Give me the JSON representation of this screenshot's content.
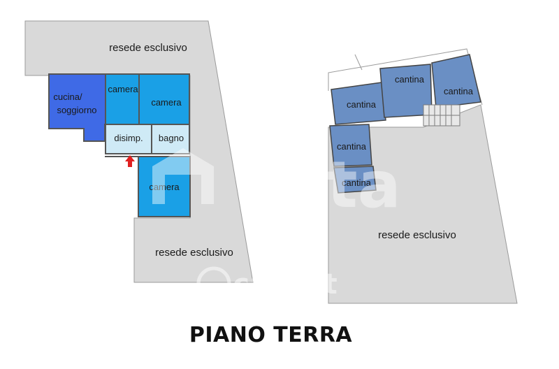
{
  "title": "PIANO TERRA",
  "colors": {
    "yard": "#d9d9d9",
    "kitchen": "#3f6ae6",
    "room_blue": "#1aa0e6",
    "hall": "#cfeaf6",
    "cellar": "#6a8fc4",
    "wall": "#555555",
    "entry_arrow": "#e02020",
    "watermark": "#ffffff"
  },
  "left_plan": {
    "yard_top_label": "resede esclusivo",
    "yard_bottom_label": "resede esclusivo",
    "rooms": [
      {
        "id": "kitchen",
        "label_line1": "cucina/",
        "label_line2": "soggiorno"
      },
      {
        "id": "camera-1",
        "label": "camera"
      },
      {
        "id": "camera-2",
        "label": "camera"
      },
      {
        "id": "disimpegno",
        "label": "disimp."
      },
      {
        "id": "bagno",
        "label": "bagno"
      },
      {
        "id": "camera-3",
        "label": "camera"
      }
    ]
  },
  "right_plan": {
    "yard_label": "resede esclusivo",
    "rooms": [
      {
        "id": "cantina-1",
        "label": "cantina"
      },
      {
        "id": "cantina-2",
        "label": "cantina"
      },
      {
        "id": "cantina-3",
        "label": "cantina"
      },
      {
        "id": "cantina-4",
        "label": "cantina"
      },
      {
        "id": "cantina-5",
        "label": "cantina"
      }
    ]
  },
  "watermarks": {
    "center_text": "ita",
    "bottom_text": "casa.it"
  }
}
